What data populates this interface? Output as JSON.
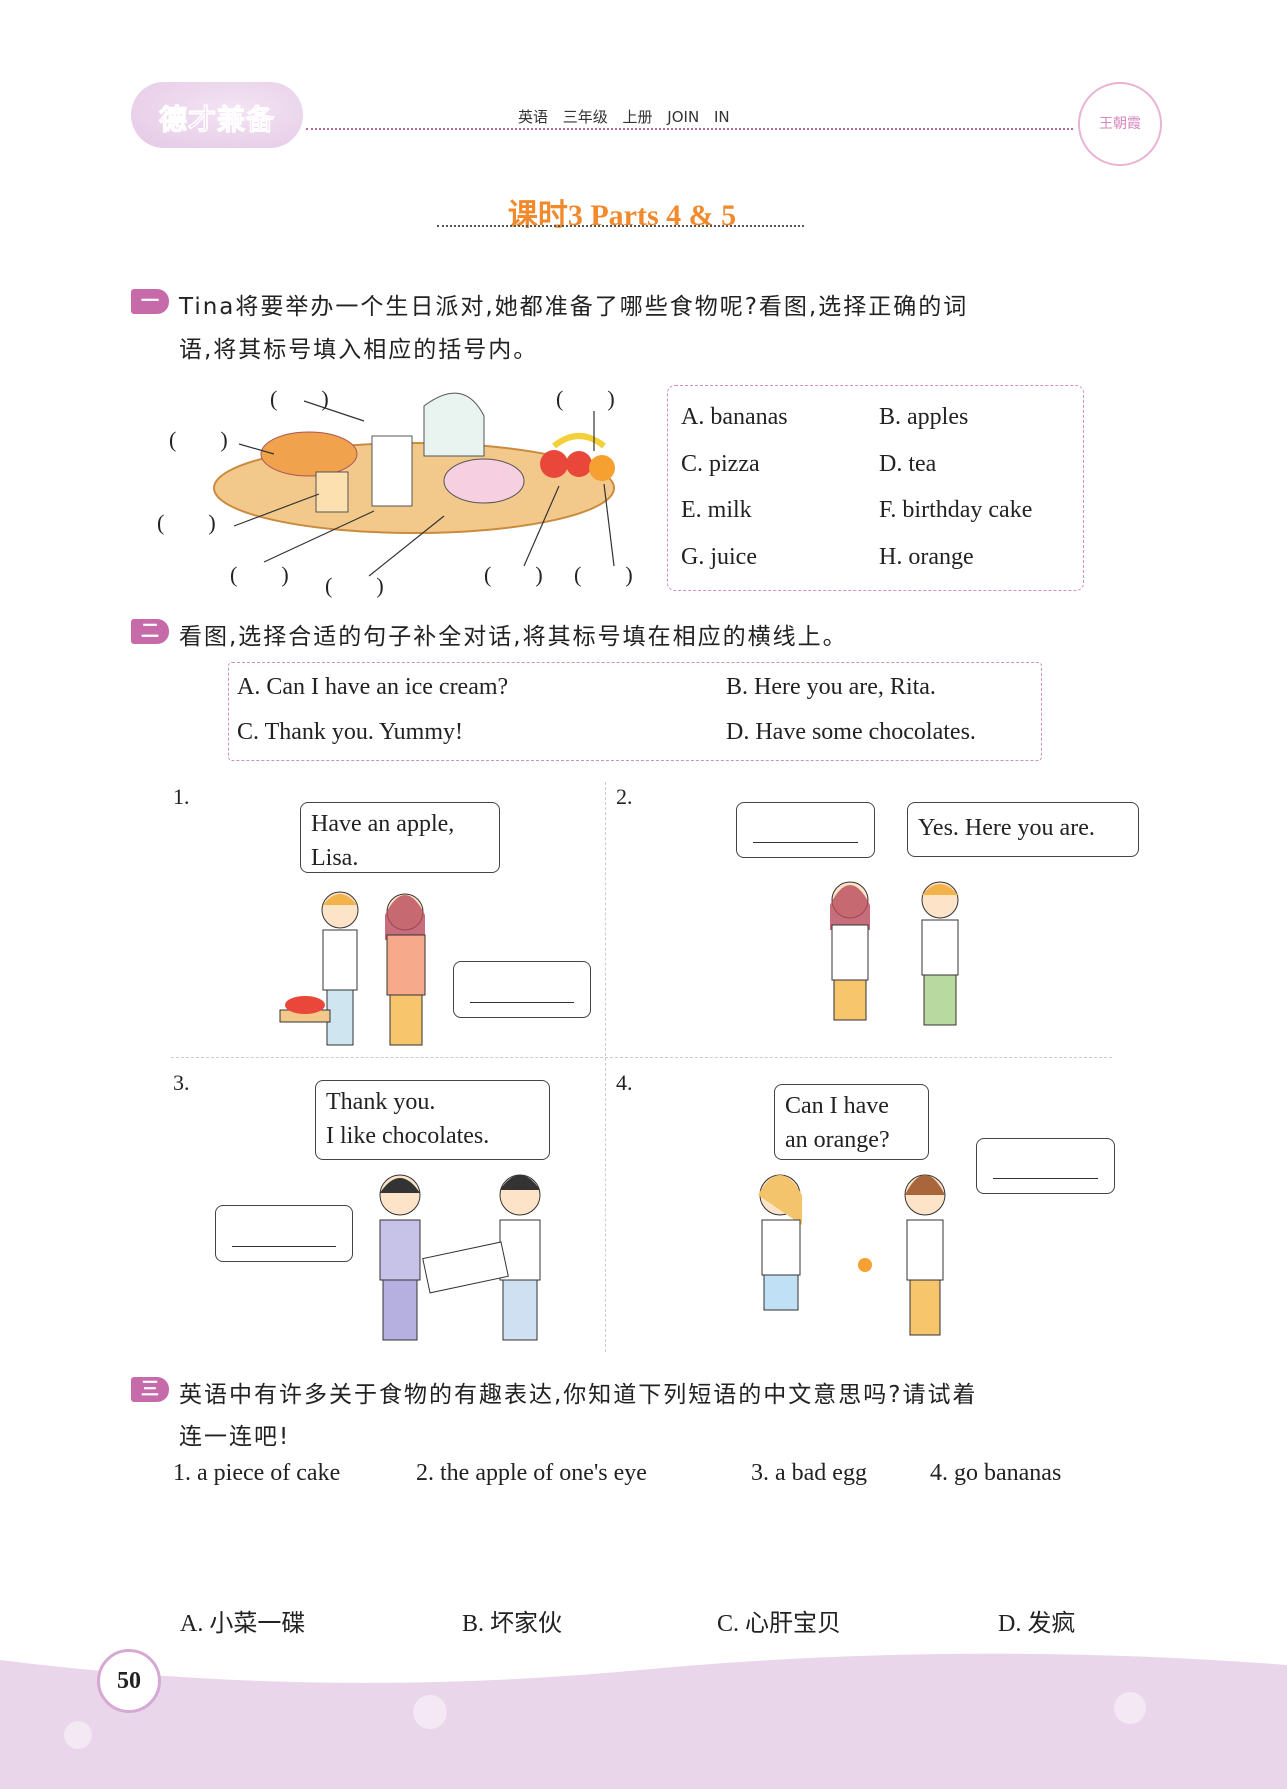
{
  "header": {
    "logo_text": "德才兼备",
    "subject_line": "英语 三年级 上册 JOIN IN",
    "seal_text": "王朝霞"
  },
  "title": "课时3  Parts 4 & 5",
  "section1": {
    "badge": "一",
    "instruction_line1": "Tina将要举办一个生日派对,她都准备了哪些食物呢?看图,选择正确的词",
    "instruction_line2": "语,将其标号填入相应的括号内。",
    "bracket": "(        )",
    "options": [
      "A. bananas",
      "B. apples",
      "C. pizza",
      "D. tea",
      "E. milk",
      "F. birthday cake",
      "G. juice",
      "H. orange"
    ]
  },
  "section2": {
    "badge": "二",
    "instruction": "看图,选择合适的句子补全对话,将其标号填在相应的横线上。",
    "options": [
      "A. Can I have an ice cream?",
      "B. Here you are, Rita.",
      "C. Thank you. Yummy!",
      "D. Have some chocolates."
    ],
    "panels": [
      {
        "num": "1.",
        "bubble": [
          "Have an apple,",
          "Lisa."
        ]
      },
      {
        "num": "2.",
        "bubble": [
          "Yes. Here you are."
        ]
      },
      {
        "num": "3.",
        "bubble": [
          "Thank you.",
          "I like chocolates."
        ]
      },
      {
        "num": "4.",
        "bubble": [
          "Can I have",
          "an orange?"
        ]
      }
    ]
  },
  "section3": {
    "badge": "三",
    "instruction_line1": "英语中有许多关于食物的有趣表达,你知道下列短语的中文意思吗?请试着",
    "instruction_line2": "连一连吧!",
    "phrases": [
      "1. a piece of cake",
      "2. the apple of one's eye",
      "3. a bad egg",
      "4. go bananas"
    ],
    "answers": [
      "A. 小菜一碟",
      "B. 坏家伙",
      "C. 心肝宝贝",
      "D. 发疯"
    ]
  },
  "page_number": "50"
}
